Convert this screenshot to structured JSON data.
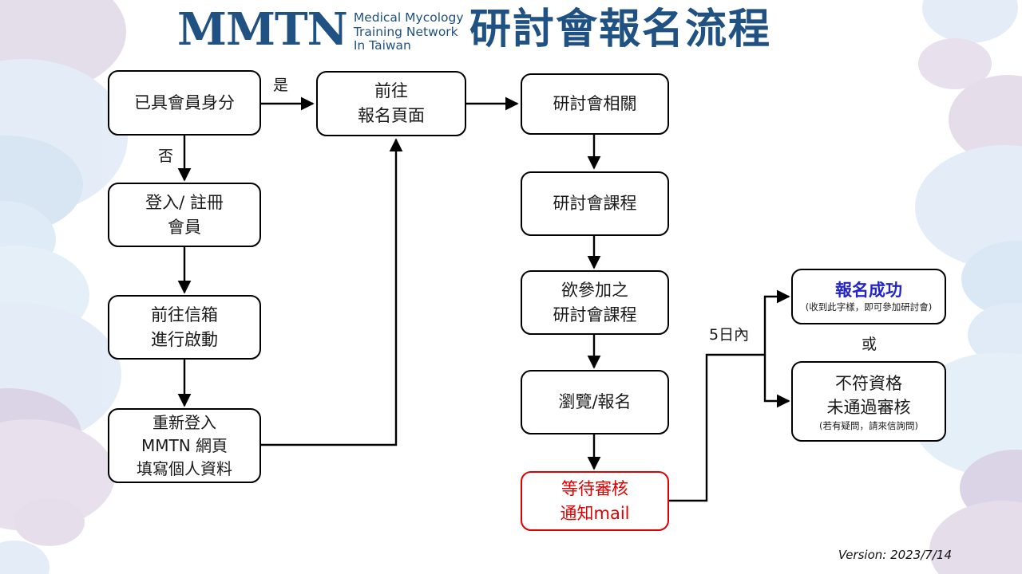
{
  "header": {
    "logo_mark": "MMTN",
    "logo_subtitle_line1": "Medical Mycology",
    "logo_subtitle_line2": "Training Network",
    "logo_subtitle_line3": "In Taiwan",
    "title": "研討會報名流程",
    "brand_color": "#1f5182"
  },
  "flow": {
    "nodes": [
      {
        "id": "member-status",
        "label": "已具會員身分"
      },
      {
        "id": "go-signup-page",
        "label": "前往\n報名頁面"
      },
      {
        "id": "seminar-related",
        "label": "研討會相關"
      },
      {
        "id": "seminar-course",
        "label": "研討會課程"
      },
      {
        "id": "login-register",
        "label": "登入/ 註冊\n會員"
      },
      {
        "id": "desired-course",
        "label": "欲參加之\n研討會課程"
      },
      {
        "id": "go-mailbox",
        "label": "前往信箱\n進行啟動"
      },
      {
        "id": "browse-signup",
        "label": "瀏覽/報名"
      },
      {
        "id": "relogin-fill",
        "label": "重新登入\nMMTN 網頁\n填寫個人資料"
      },
      {
        "id": "waiting-review",
        "label": "等待審核\n通知mail",
        "color": "#e00000"
      },
      {
        "id": "signup-success",
        "label": "報名成功",
        "note": "(收到此字樣，即可參加研討會)",
        "label_color": "#2424c8"
      },
      {
        "id": "not-qualified",
        "label": "不符資格\n未通過審核",
        "note": "(若有疑問，請來信詢問)"
      }
    ],
    "edge_labels": {
      "yes": "是",
      "no": "否",
      "within_5_days": "5日內",
      "or": "或"
    }
  },
  "footer": {
    "version": "Version: 2023/7/14"
  }
}
